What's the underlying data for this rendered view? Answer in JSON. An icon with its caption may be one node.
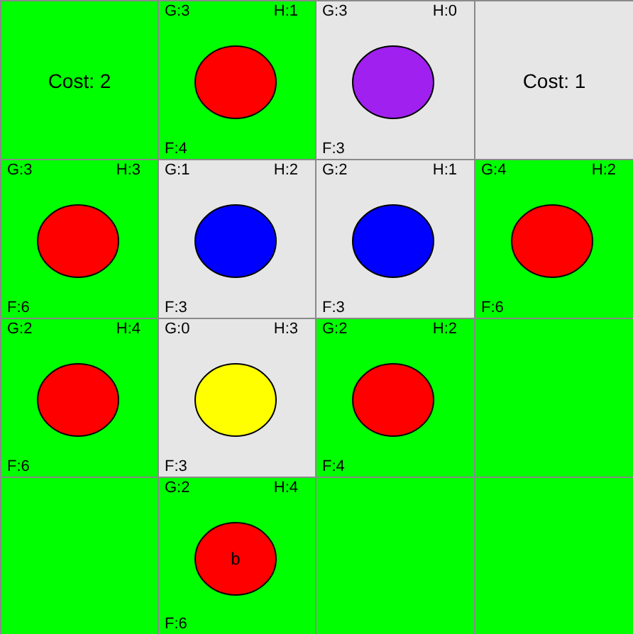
{
  "diagram": {
    "nodes": [
      {
        "text": [
          "Cost: 2"
        ]
      },
      {
        "text": [
          "G:3",
          "H:1",
          "F:4"
        ]
      },
      {
        "text": [],
        "shape": "circle",
        "in": 1
      },
      {
        "text": [
          "G:3",
          "H:0",
          "F:3"
        ]
      },
      {
        "text": [],
        "shape": "circle",
        "in": 3
      },
      {
        "text": [
          "Cost: 1"
        ]
      },
      {
        "text": [
          "G:3",
          "H:3",
          "F:6"
        ]
      },
      {
        "text": [],
        "shape": "circle",
        "in": 6
      },
      {
        "text": [
          "G:1",
          "H:2",
          "F:3"
        ]
      },
      {
        "text": [],
        "shape": "circle",
        "in": 8
      },
      {
        "text": [
          "G:2",
          "H:1",
          "F:3"
        ]
      },
      {
        "text": [],
        "shape": "circle",
        "in": 10
      },
      {
        "text": [
          "G:4",
          "H:2",
          "F:6"
        ]
      },
      {
        "text": [],
        "shape": "circle",
        "in": 12
      },
      {
        "text": [
          "G:2",
          "H:4",
          "F:6"
        ]
      },
      {
        "text": [],
        "shape": "circle",
        "in": 14
      },
      {
        "text": [
          "G:0",
          "H:3",
          "F:3"
        ]
      },
      {
        "text": [],
        "shape": "circle",
        "in": 16
      },
      {
        "text": [
          "G:2",
          "H:2",
          "F:4"
        ]
      },
      {
        "text": [],
        "shape": "circle",
        "in": 18
      },
      {
        "text": [],
        "shape": "box"
      },
      {
        "text": [],
        "shape": "box"
      },
      {
        "text": [
          "G:2",
          "H:4",
          "F:6"
        ]
      },
      {
        "text": [
          "b"
        ],
        "in": 22
      },
      {
        "text": [],
        "shape": "box"
      },
      {
        "text": [],
        "shape": "box"
      }
    ]
  }
}
